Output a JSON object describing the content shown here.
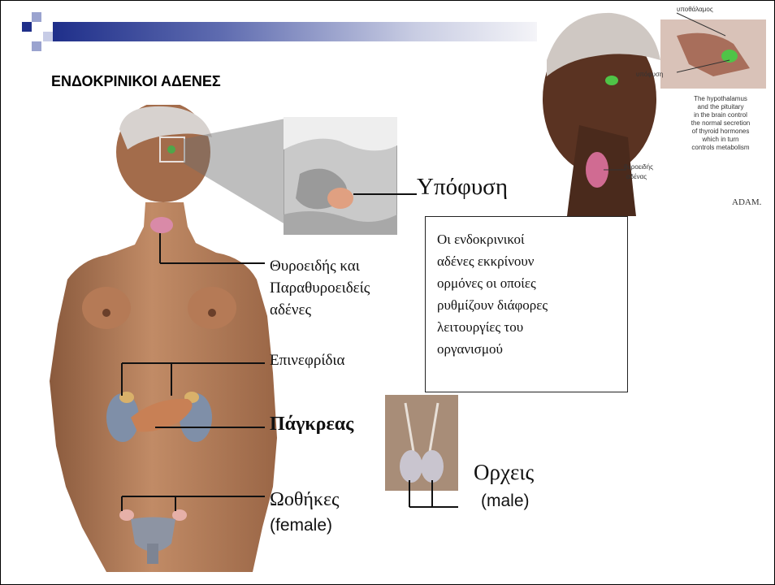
{
  "slide": {
    "title": "ΕΝΔΟΚΡΙΝΙΚΟΙ ΑΔΕΝΕΣ"
  },
  "labels": {
    "pituitary": "Υπόφυση",
    "thyroid_line1": "Θυροειδής και",
    "thyroid_line2": "Παραθυροειδείς",
    "thyroid_line3": "αδένες",
    "adrenals": "Επινεφρίδια",
    "pancreas": "Πάγκρεας",
    "ovaries": "Ωοθήκες",
    "ovaries_sub": "(female)",
    "testes": "Ορχεις",
    "testes_sub": "(male)"
  },
  "textbox": {
    "lines": [
      "Οι ενδοκρινικοί",
      "αδένες εκκρίνουν",
      "ορμόνες οι οποίες",
      "ρυθμίζουν διάφορες",
      "λειτουργίες του",
      "οργανισμού"
    ]
  },
  "inset_right": {
    "label_hypothalamus": "υποθάλαμος",
    "label_pituitary": "υπόφυση",
    "label_thyroid_line1": "θυροειδής",
    "label_thyroid_line2": "αδένας",
    "caption": [
      "The hypothalamus",
      "and the pituitary",
      "in the brain control",
      "the normal secretion",
      "of thyroid hormones",
      "which in turn",
      "controls metabolism"
    ],
    "brand": "ADAM."
  },
  "colors": {
    "header_bar_dark": "#1f2f8a",
    "skin": "#b9805c",
    "skin_dark": "#8a5a3d",
    "thyroid": "#d98aa8"
  }
}
